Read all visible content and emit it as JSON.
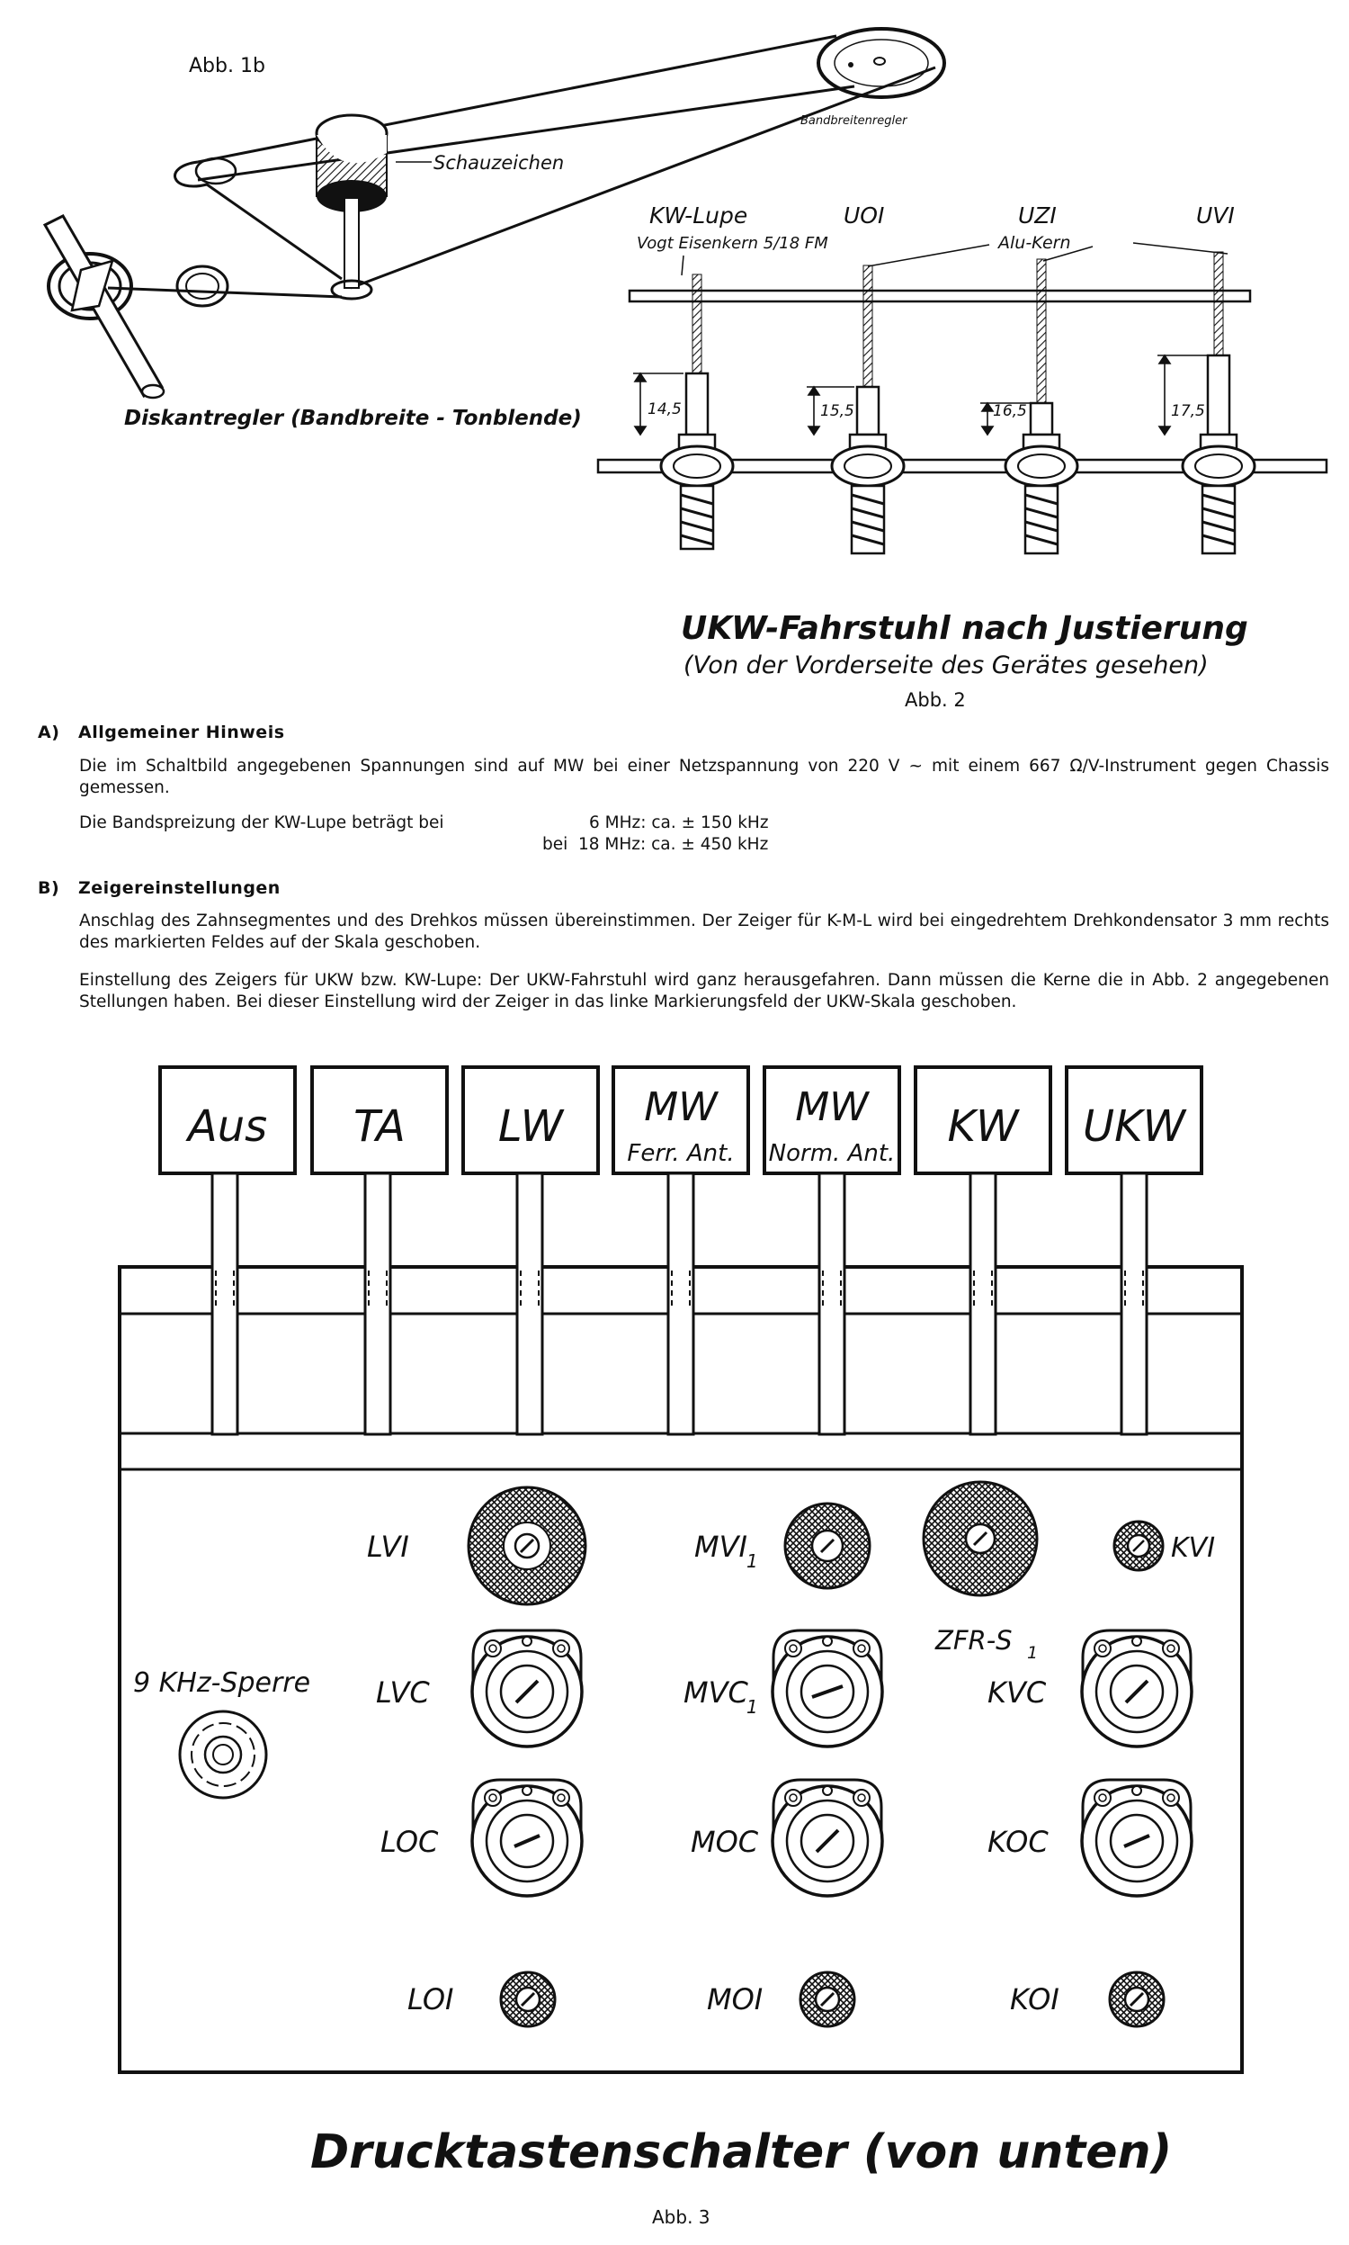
{
  "fig1b": {
    "label": "Abb. 1b",
    "bandbreitenregler": "Bandbreitenregler",
    "schauzeichen": "Schauzeichen",
    "diskantregler": "Diskantregler (Bandbreite - Tonblende)"
  },
  "fig2": {
    "coil_labels": [
      "KW-Lupe",
      "UOI",
      "UZI",
      "UVI"
    ],
    "vogt": "Vogt Eisenkern 5/18 FM",
    "alu": "Alu-Kern",
    "dims": [
      "14,5",
      "15,5",
      "16,5",
      "17,5"
    ],
    "title": "UKW-Fahrstuhl nach Justierung",
    "subtitle": "(Von der Vorderseite des Gerätes gesehen)",
    "abb": "Abb. 2"
  },
  "sectionA": {
    "letter": "A)",
    "heading": "Allgemeiner Hinweis",
    "para1": "Die im Schaltbild angegebenen Spannungen sind auf MW bei einer Netzspannung von 220 V ~ mit einem 667 Ω/V-Instrument gegen Chassis gemessen.",
    "band_line1_left": "Die Bandspreizung der KW-Lupe beträgt bei",
    "band_line1_right": "6 MHz: ca. ± 150 kHz",
    "band_line2_left": "bei",
    "band_line2_right": "18 MHz: ca. ± 450 kHz"
  },
  "sectionB": {
    "letter": "B)",
    "heading": "Zeigereinstellungen",
    "para1": "Anschlag des Zahnsegmentes und des Drehkos müssen übereinstimmen. Der Zeiger für K-M-L wird bei eingedrehtem Drehkondensator 3 mm rechts des markierten Feldes auf der Skala geschoben.",
    "para2": "Einstellung des Zeigers für UKW bzw. KW-Lupe: Der UKW-Fahrstuhl wird ganz herausgefahren. Dann müssen die Kerne die in Abb. 2 angegebenen Stellungen haben. Bei dieser Einstellung wird der Zeiger in das linke Markierungsfeld der UKW-Skala geschoben."
  },
  "fig3": {
    "buttons": [
      {
        "line1": "Aus",
        "line2": ""
      },
      {
        "line1": "TA",
        "line2": ""
      },
      {
        "line1": "LW",
        "line2": ""
      },
      {
        "line1": "MW",
        "line2": "Ferr. Ant."
      },
      {
        "line1": "MW",
        "line2": "Norm. Ant."
      },
      {
        "line1": "KW",
        "line2": ""
      },
      {
        "line1": "UKW",
        "line2": ""
      }
    ],
    "sperre": "9 KHz-Sperre",
    "components": {
      "lvi": "LVI",
      "mvi": "MVI",
      "mvi_sub": "1",
      "kvi": "KVI",
      "zfr": "ZFR-S",
      "zfr_sub": "1",
      "lvc": "LVC",
      "mvc": "MVC",
      "mvc_sub": "1",
      "kvc": "KVC",
      "loc": "LOC",
      "moc": "MOC",
      "koc": "KOC",
      "loi": "LOI",
      "moi": "MOI",
      "koi": "KOI"
    },
    "title": "Drucktastenschalter (von unten)",
    "abb": "Abb. 3"
  }
}
